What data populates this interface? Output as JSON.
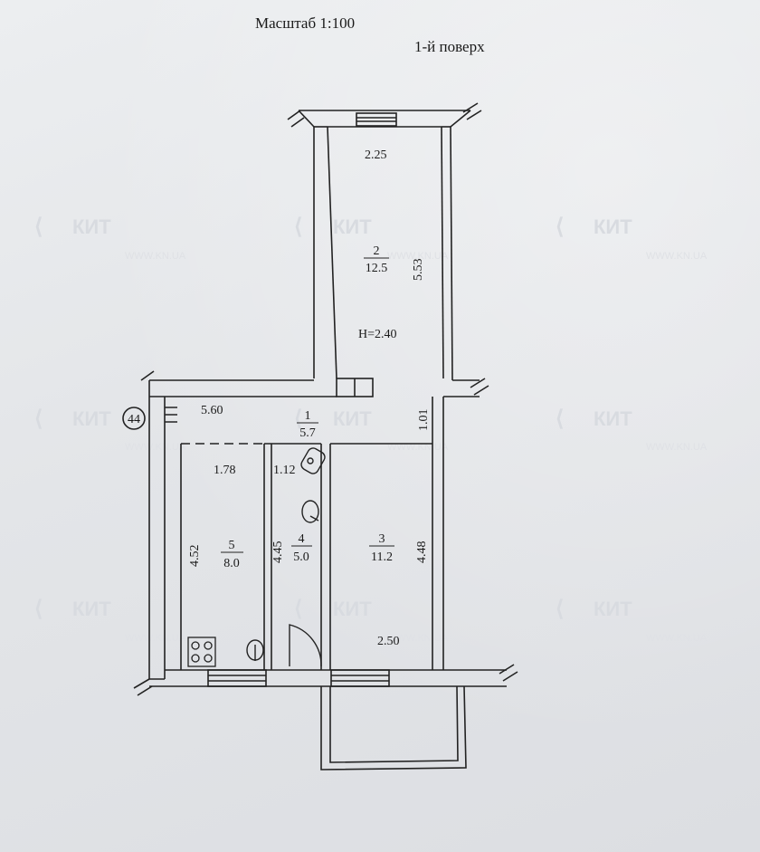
{
  "header": {
    "scale": "Масштаб 1:100",
    "floor": "1-й поверх"
  },
  "marker": "44",
  "dimensions": {
    "top_width": "2.25",
    "top_length": "5.53",
    "height": "H=2.40",
    "corridor_width": "5.60",
    "corridor_depth": "1.01",
    "hall_width": "1.78",
    "bath_width": "1.12",
    "left_length": "4.52",
    "bath_length": "4.45",
    "right_length": "4.48",
    "bottom_width": "2.50"
  },
  "rooms": [
    {
      "number": "2",
      "area": "12.5"
    },
    {
      "number": "1",
      "area": "5.7"
    },
    {
      "number": "3",
      "area": "11.2"
    },
    {
      "number": "4",
      "area": "5.0"
    },
    {
      "number": "5",
      "area": "8.0"
    }
  ],
  "watermark": {
    "brand": "КИТ",
    "url": "WWW.KN.UA"
  }
}
